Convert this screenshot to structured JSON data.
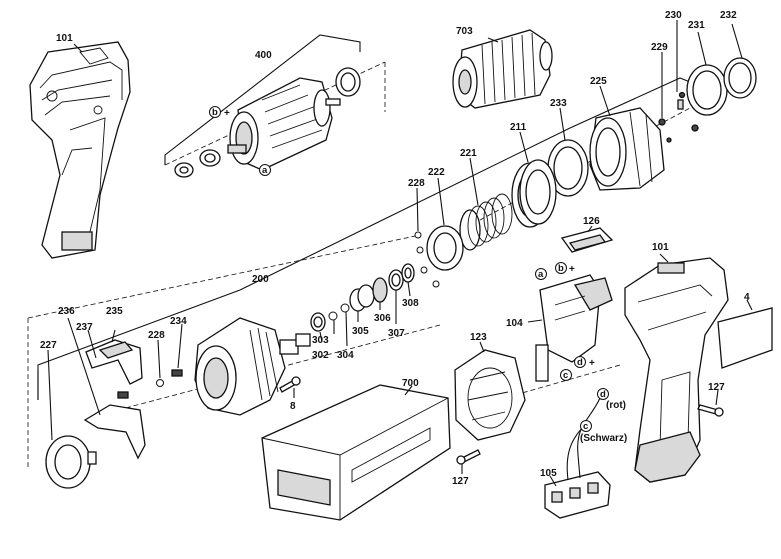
{
  "diagram": {
    "labels": {
      "p101a": "101",
      "p400": "400",
      "p703": "703",
      "p230": "230",
      "p231": "231",
      "p232": "232",
      "p229": "229",
      "p225": "225",
      "p233": "233",
      "p211": "211",
      "p221": "221",
      "p222": "222",
      "p228a": "228",
      "p126": "126",
      "p101b": "101",
      "p200": "200",
      "p236": "236",
      "p235": "235",
      "p237": "237",
      "p234": "234",
      "p228b": "228",
      "p227": "227",
      "p303": "303",
      "p302": "302",
      "p304": "304",
      "p305": "305",
      "p306": "306",
      "p307": "307",
      "p308": "308",
      "p8": "8",
      "p700": "700",
      "p123": "123",
      "p104": "104",
      "p4": "4",
      "p127a": "127",
      "p127b": "127",
      "p105": "105"
    },
    "markers": {
      "a_motor": "a",
      "b_motor": "b",
      "a_switch": "a",
      "b_switch": "b",
      "c_switch": "c",
      "d_switch": "d",
      "d_wire": "d",
      "c_wire": "c"
    },
    "signs": {
      "plus_motor": "+",
      "plus_b": "+",
      "plus_d": "+"
    },
    "wire_notes": {
      "d_note": "(rot)",
      "c_note": "(Schwarz)"
    }
  }
}
